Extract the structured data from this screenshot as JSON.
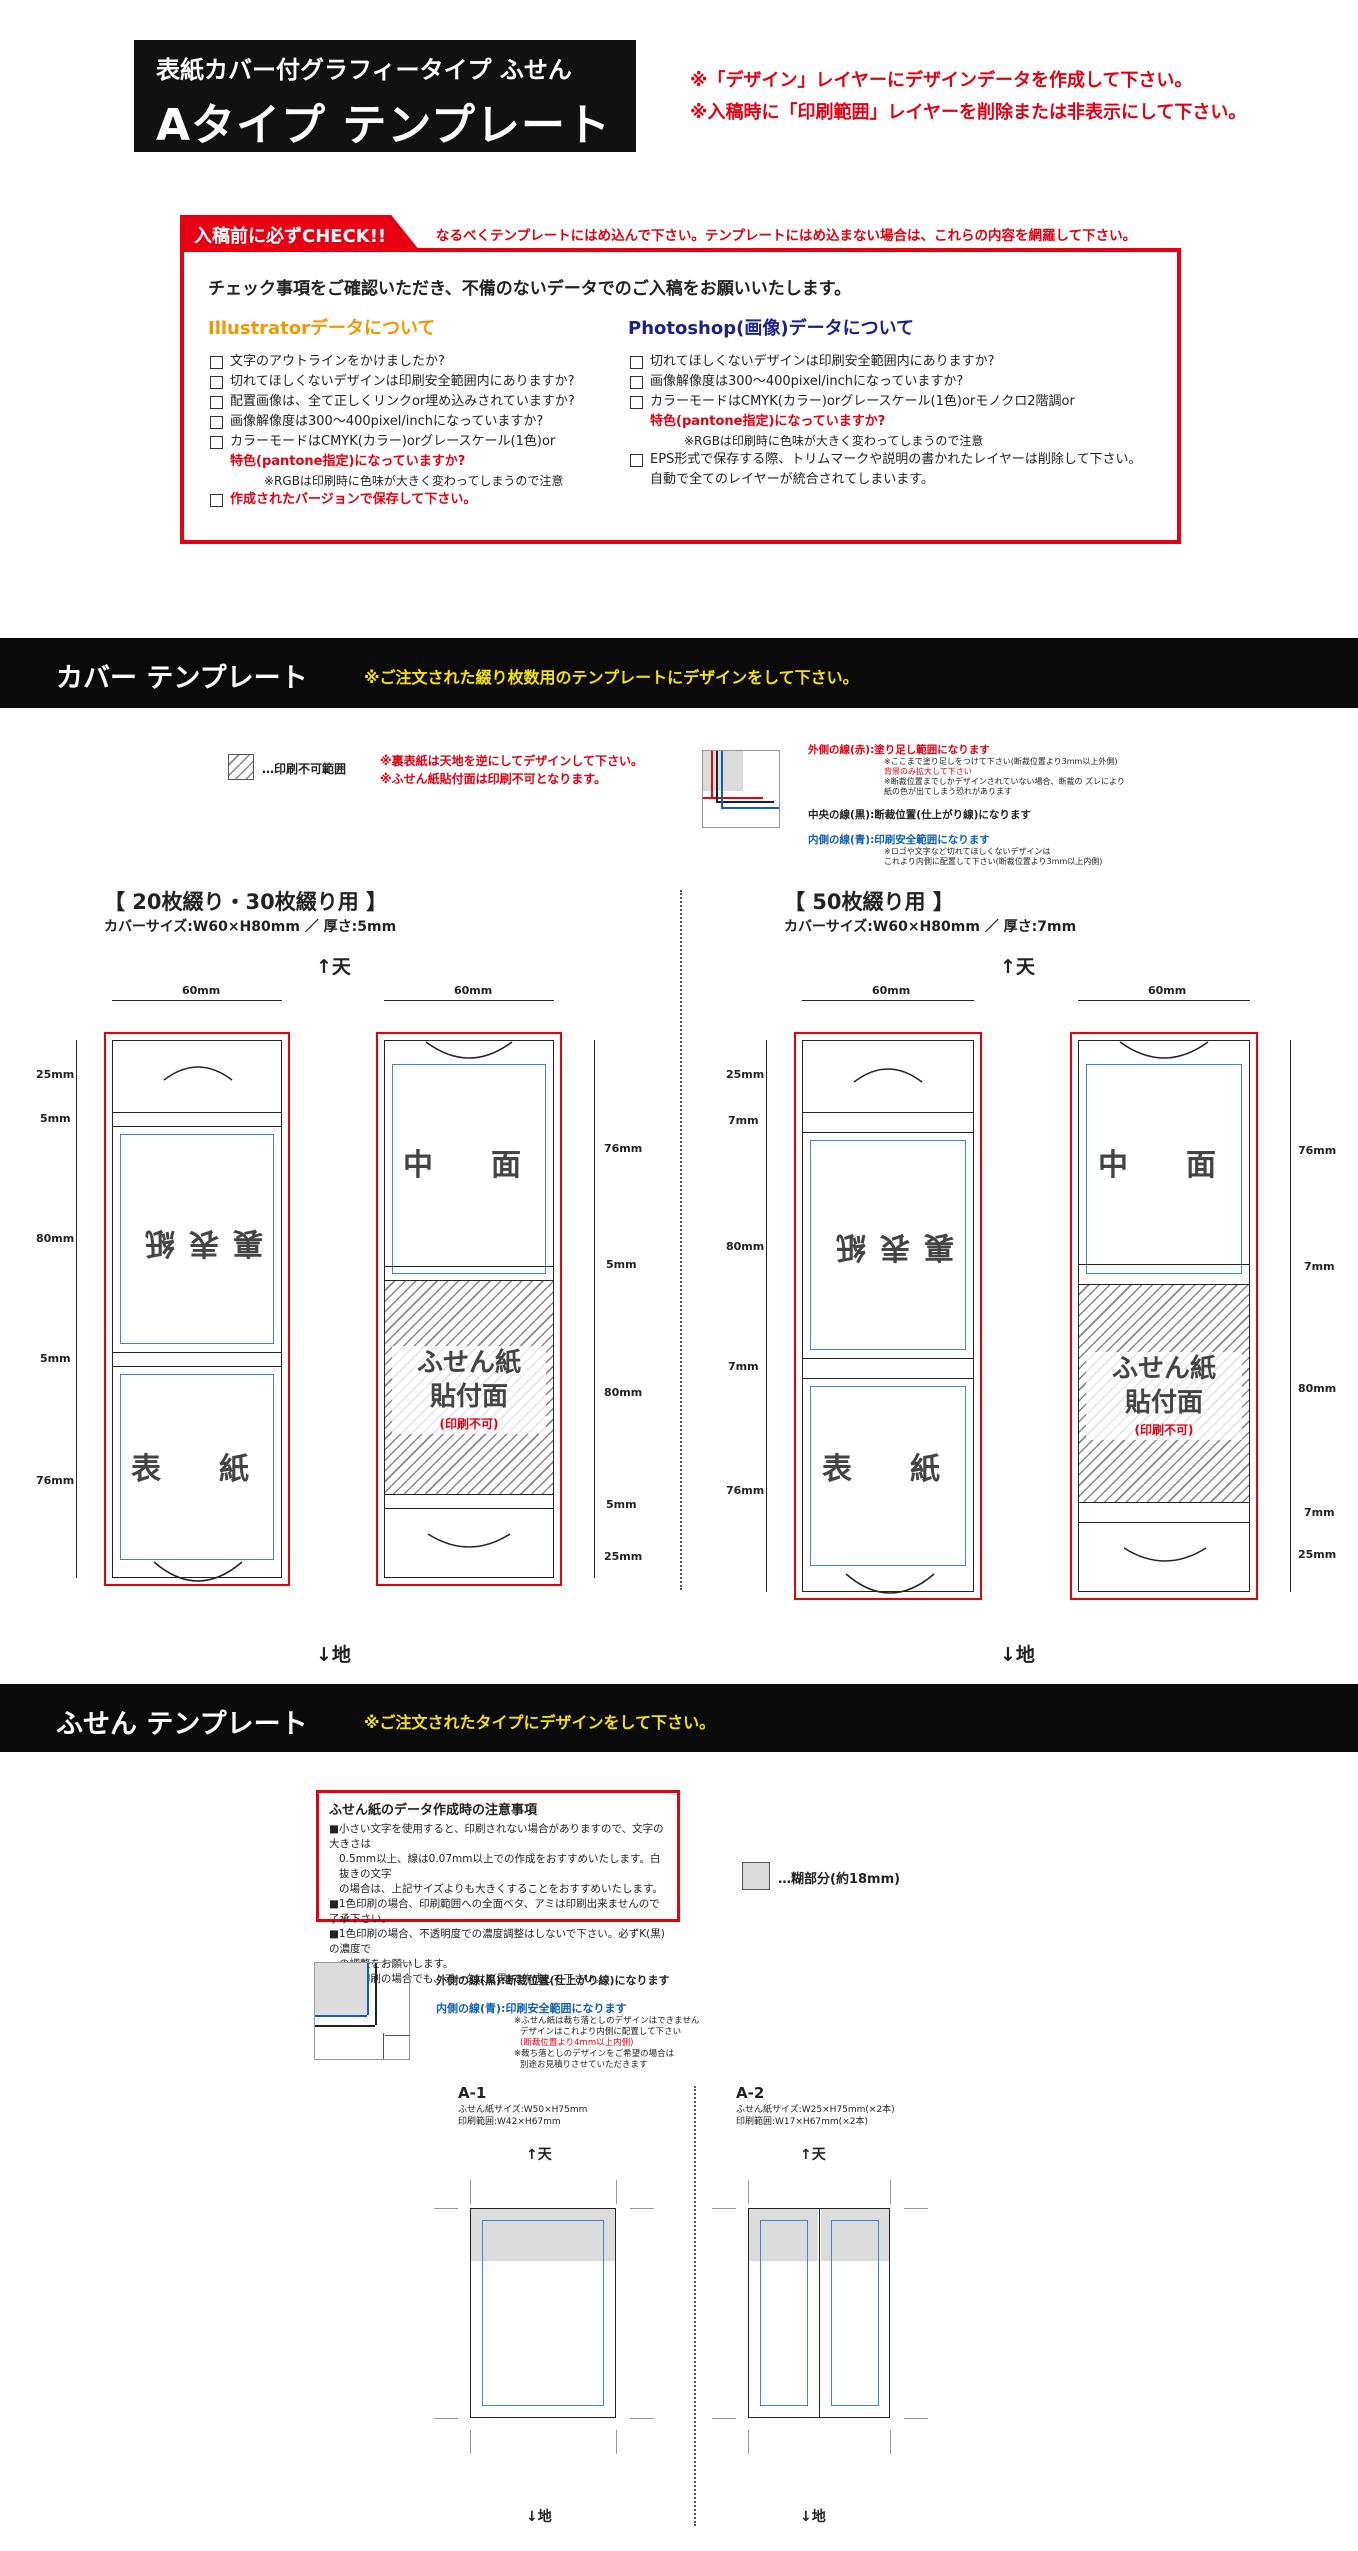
{
  "header": {
    "subtitle": "表紙カバー付グラフィータイプ ふせん",
    "title": "Aタイプ テンプレート",
    "notes": [
      "※「デザイン」レイヤーにデザインデータを作成して下さい。",
      "※入稿時に「印刷範囲」レイヤーを削除または非表示にして下さい。"
    ]
  },
  "check": {
    "tab": "入稿前に必ずCHECK!!",
    "tab_note": "なるべくテンプレートにはめ込んで下さい。テンプレートにはめ込まない場合は、これらの内容を網羅して下さい。",
    "lead": "チェック事項をご確認いただき、不備のないデータでのご入稿をお願いいたします。",
    "illustrator": {
      "heading": "Illustratorデータについて",
      "items": [
        "文字のアウトラインをかけましたか?",
        "切れてほしくないデザインは印刷安全範囲内にありますか?",
        "配置画像は、全て正しくリンクor埋め込みされていますか?",
        "画像解像度は300〜400pixel/inchになっていますか?",
        "カラーモードはCMYK(カラー)orグレースケール(1色)or",
        "作成されたバージョンで保存して下さい。"
      ],
      "item5_cont": "特色(pantone指定)になっていますか?",
      "note": "※RGBは印刷時に色味が大きく変わってしまうので注意"
    },
    "photoshop": {
      "heading": "Photoshop(画像)データについて",
      "items": [
        "切れてほしくないデザインは印刷安全範囲内にありますか?",
        "画像解像度は300〜400pixel/inchになっていますか?",
        "カラーモードはCMYK(カラー)orグレースケール(1色)orモノクロ2階調or",
        "EPS形式で保存する際、トリムマークや説明の書かれたレイヤーは削除して下さい。"
      ],
      "item3_cont": "特色(pantone指定)になっていますか?",
      "note": "※RGBは印刷時に色味が大きく変わってしまうので注意",
      "item4_cont": "自動で全てのレイヤーが統合されてしまいます。"
    }
  },
  "cover_band": {
    "title": "カバー テンプレート",
    "note": "※ご注文された綴り枚数用のテンプレートにデザインをして下さい。"
  },
  "cover_legend": {
    "hatch_label": "…印刷不可範囲",
    "notes": [
      "※裏表紙は天地を逆にしてデザインして下さい。",
      "※ふせん紙貼付面は印刷不可となります。"
    ],
    "outer": "外側の線(赤):塗り足し範囲になります",
    "outer_sub1": "※ここまで塗り足しをつけて下さい(断裁位置より3mm以上外側)",
    "outer_sub2": "背景のみ拡大して下さい",
    "outer_sub3": "※断裁位置までしかデザインされていない場合、断裁の ズレにより",
    "outer_sub4": "紙の色が出てしまう恐れがあります",
    "middle": "中央の線(黒):断裁位置(仕上がり線)になります",
    "inner": "内側の線(青):印刷安全範囲になります",
    "inner_sub1": "※ロゴや文字など切れてほしくないデザインは",
    "inner_sub2": "これより内側に配置して下さい(断裁位置より3mm以上内側)"
  },
  "cover_sets": [
    {
      "title": "【 20枚綴り・30枚綴り用 】",
      "size": "カバーサイズ:W60×H80mm ／ 厚さ:5mm",
      "top": "↑天",
      "bottom": "↓地",
      "width": "60mm",
      "left_dims": [
        "25mm",
        "5mm",
        "80mm",
        "5mm",
        "76mm"
      ],
      "right_dims": [
        "76mm",
        "5mm",
        "80mm",
        "5mm",
        "25mm"
      ]
    },
    {
      "title": "【 50枚綴り用 】",
      "size": "カバーサイズ:W60×H80mm ／ 厚さ:7mm",
      "top": "↑天",
      "bottom": "↓地",
      "width": "60mm",
      "left_dims": [
        "25mm",
        "7mm",
        "80mm",
        "7mm",
        "76mm"
      ],
      "right_dims": [
        "76mm",
        "7mm",
        "80mm",
        "7mm",
        "25mm"
      ]
    }
  ],
  "faces": {
    "back": "裏表紙",
    "front": "表　紙",
    "inner": "中　面",
    "sticky1": "ふせん紙",
    "sticky2": "貼付面",
    "no_print": "(印刷不可)"
  },
  "fusen_band": {
    "title": "ふせん テンプレート",
    "note": "※ご注文されたタイプにデザインをして下さい。"
  },
  "fusen_notes": {
    "title": "ふせん紙のデータ作成時の注意事項",
    "lines": [
      "■小さい文字を使用すると、印刷されない場合がありますので、文字の大きさは",
      "0.5mm以上、線は0.07mm以上での作成をおすすめいたします。白抜きの文字",
      "の場合は、上記サイズよりも大きくすることをおすすめいたします。",
      "■1色印刷の場合、印刷範囲への全面ベタ、アミは印刷出来ませんので了承下さい。",
      "■1色印刷の場合、不透明度での濃度調整はしないで下さい。必ずK(黒)の濃度で",
      "の調整をお願いします。",
      "■特色印刷の場合でも、データはK(黒)で作成して下さい。"
    ],
    "glue_label": "…糊部分(約18mm)",
    "outer": "外側の線(黒):断裁位置(仕上がり線)になります",
    "inner": "内側の線(青):印刷安全範囲になります",
    "inner_sub1": "※ふせん紙は裁ち落としのデザインはできません",
    "inner_sub2": "デザインはこれより内側に配置して下さい",
    "inner_sub3": "(断裁位置より4mm以上内側)",
    "inner_sub4": "※裁ち落としのデザインをご希望の場合は",
    "inner_sub5": "別途お見積りさせていただきます"
  },
  "fusen_types": [
    {
      "label": "A-1",
      "size": "ふせん紙サイズ:W50×H75mm",
      "print": "印刷範囲:W42×H67mm",
      "top": "↑天",
      "bottom": "↓地"
    },
    {
      "label": "A-2",
      "size": "ふせん紙サイズ:W25×H75mm(×2本)",
      "print": "印刷範囲:W17×H67mm(×2本)",
      "top": "↑天",
      "bottom": "↓地"
    }
  ]
}
